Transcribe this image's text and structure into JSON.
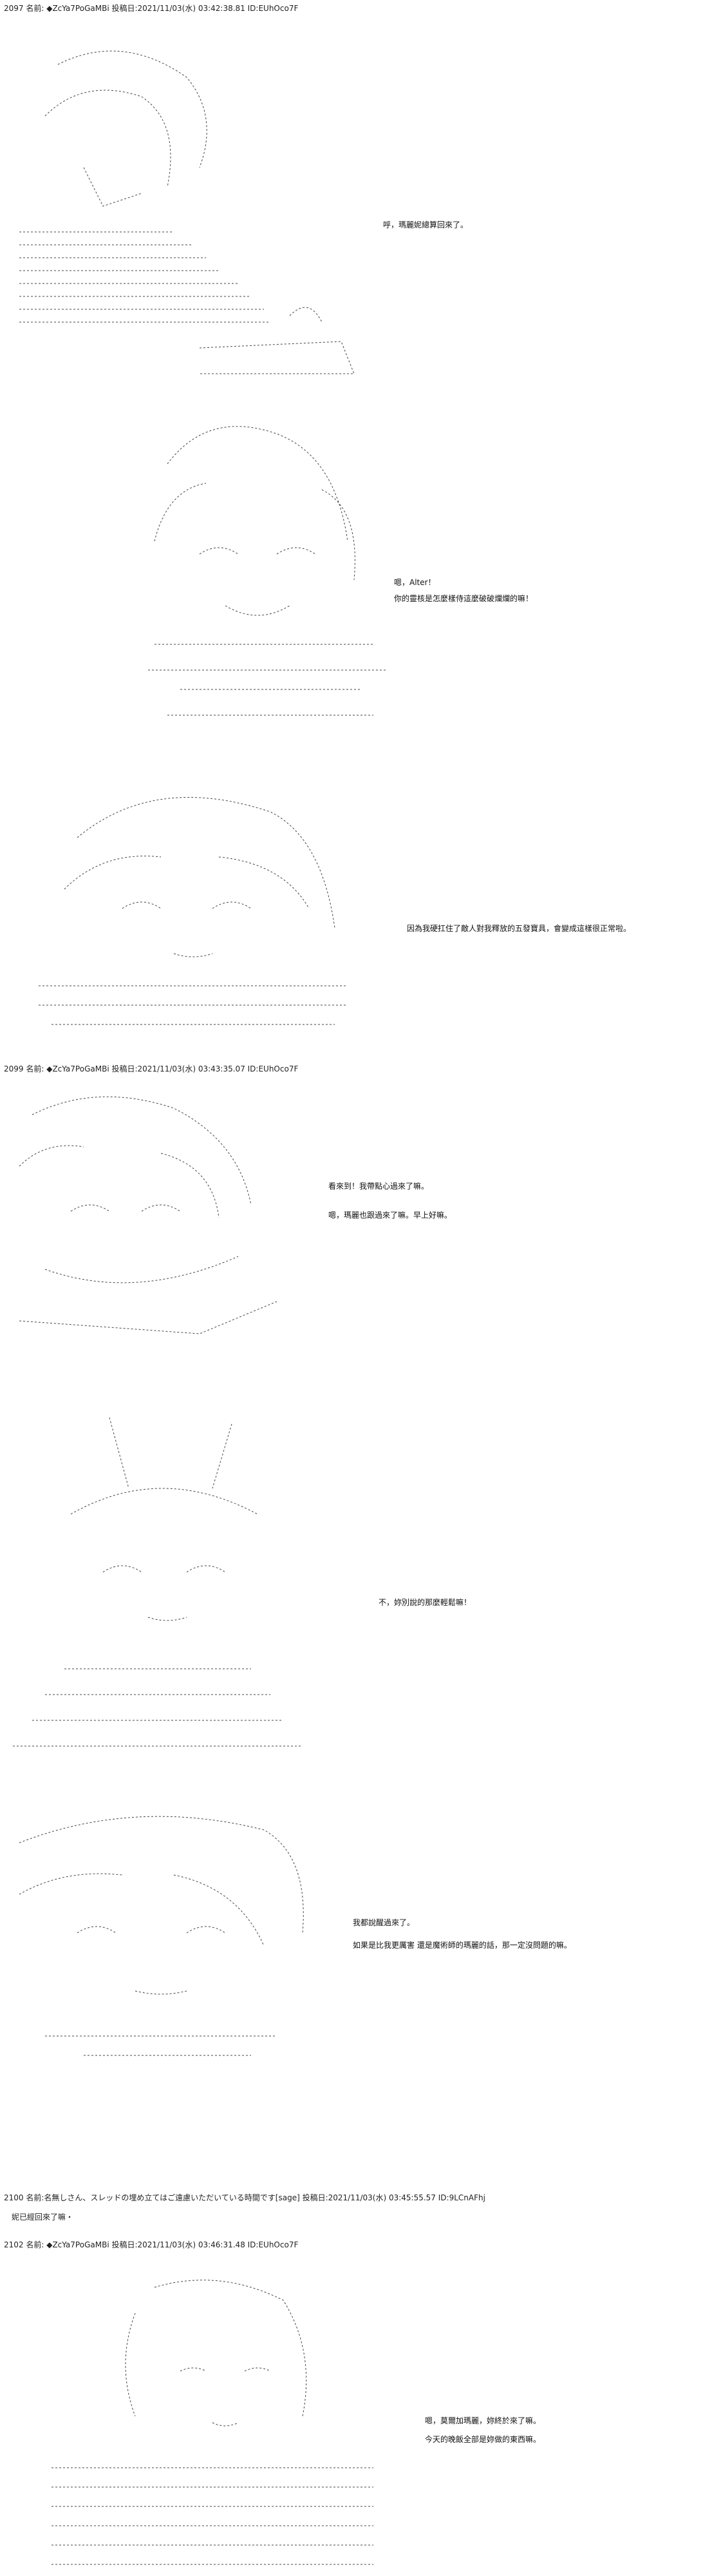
{
  "posts": [
    {
      "header": "2097 名前: ◆ZcYa7PoGaMBi 投稿日:2021/11/03(水) 03:42:38.81 ID:EUhOco7F"
    },
    {
      "header": "2099 名前: ◆ZcYa7PoGaMBi 投稿日:2021/11/03(水) 03:43:35.07 ID:EUhOco7F"
    },
    {
      "header": "2100 名前:名無しさん、スレッドの埋め立てはご遠慮いただいている時間です[sage] 投稿日:2021/11/03(水) 03:45:55.57 ID:9LCnAFhj",
      "body": "妮已經回來了嘛・"
    },
    {
      "header": "2102 名前: ◆ZcYa7PoGaMBi 投稿日:2021/11/03(水) 03:46:31.48 ID:EUhOco7F"
    }
  ],
  "dialogue": [
    "呼，瑪麗妮總算回來了。",
    "嗯，Alter！",
    "你的靈核是怎麼樣侍這麼破破爛爛的嘛！",
    "因為我硬扛住了敵人對我釋放的五發寶具，會變成這樣很正常啦。",
    "看來到！我帶點心過來了嘛。",
    "嗯，瑪麗也跟過來了嘛。早上好嘛。",
    "不，妳別說的那麼輕鬆嘛！",
    "我都說醒過來了。",
    "如果是比我更厲害  還是魔術師的瑪麗的話，那一定沒問題的嘛。",
    "嗯，莫爾加瑪麗，妳終於來了嘛。",
    "今天的晚飯全部是妳做的東西嘛。"
  ]
}
